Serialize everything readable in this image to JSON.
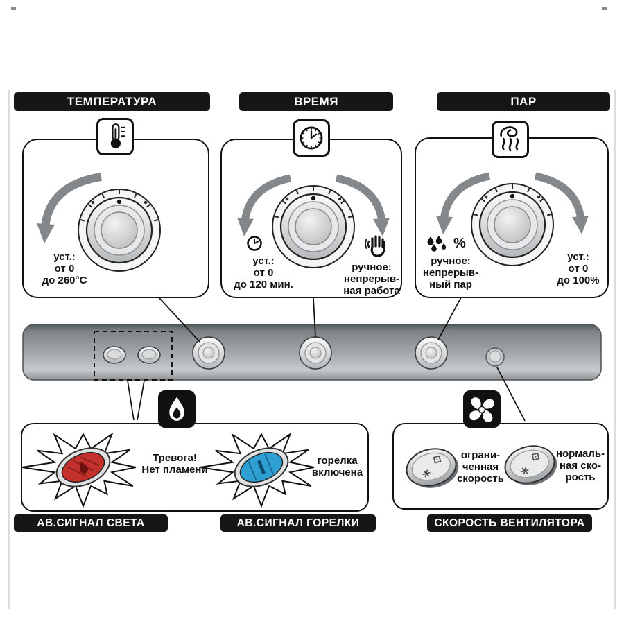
{
  "colors": {
    "header_bg": "#161616",
    "panel_gray": "#a7abad",
    "arrow_gray": "#84888b",
    "alarm_red": "#c4312c",
    "indicator_blue": "#2f9fd3"
  },
  "top_sections": {
    "temperature": {
      "header": "ТЕМПЕРАТУРА",
      "set_text": "уст.:\nот 0\nдо 260°C"
    },
    "time": {
      "header": "ВРЕМЯ",
      "set_text": "уст.:\nот 0\nдо 120 мин.",
      "manual_text": "ручное:\nнепрерыв-\nная работа"
    },
    "steam": {
      "header": "ПАР",
      "manual_text": "ручное:\nнепрерыв-\nный пар",
      "percent_label": "%",
      "set_text": "уст.:\nот 0\nдо 100%"
    }
  },
  "bottom_sections": {
    "light_alarm": {
      "header": "АВ.СИГНАЛ СВЕТА",
      "text": "Тревога!\nНет пламени",
      "lamp_color": "#c4312c"
    },
    "burner_alarm": {
      "header": "АВ.СИГНАЛ ГОРЕЛКИ",
      "text": "горелка\nвключена",
      "lamp_color": "#2f9fd3"
    },
    "fan_speed": {
      "header": "СКОРОСТЬ ВЕНТИЛЯТОРА",
      "limited_text": "ограни-\nченная\nскорость",
      "normal_text": "нормаль-\nная ско-\nрость"
    }
  },
  "icons": {
    "temperature": "thermometer-icon",
    "time": "clock-icon",
    "steam": "steam-icon",
    "timer": "small-clock-icon",
    "manual": "hand-icon",
    "steam_manual": "water-drops-icon",
    "flame": "flame-icon",
    "fan": "fan-icon",
    "alarm": "starburst"
  }
}
